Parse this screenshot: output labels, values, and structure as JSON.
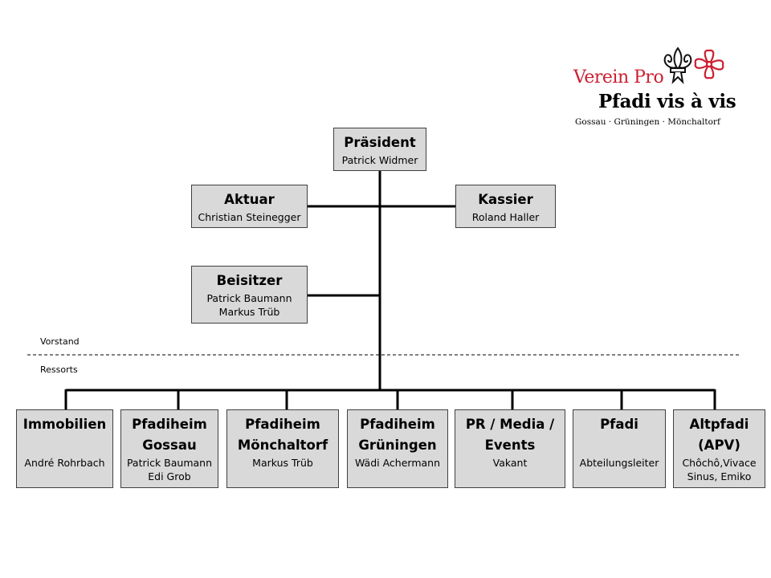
{
  "logo": {
    "line1": "Verein Pro",
    "line2": "Pfadi vis à vis",
    "line3": "Gossau · Grüningen · Mönchaltorf",
    "accent": "#cc1f32"
  },
  "sections": {
    "top": "Vorstand",
    "bottom": "Ressorts"
  },
  "vorstand": {
    "praesident": {
      "title": "Präsident",
      "names": [
        "Patrick Widmer"
      ]
    },
    "aktuar": {
      "title": "Aktuar",
      "names": [
        "Christian Steinegger"
      ]
    },
    "kassier": {
      "title": "Kassier",
      "names": [
        "Roland Haller"
      ]
    },
    "beisitzer": {
      "title": "Beisitzer",
      "names": [
        "Patrick Baumann",
        "Markus Trüb"
      ]
    }
  },
  "ressorts": [
    {
      "title_lines": [
        "Immobilien"
      ],
      "names": [
        "André Rohrbach"
      ]
    },
    {
      "title_lines": [
        "Pfadiheim",
        "Gossau"
      ],
      "names": [
        "Patrick Baumann",
        "Edi Grob"
      ]
    },
    {
      "title_lines": [
        "Pfadiheim",
        "Mönchaltorf"
      ],
      "names": [
        "Markus Trüb"
      ]
    },
    {
      "title_lines": [
        "Pfadiheim",
        "Grüningen"
      ],
      "names": [
        "Wädi Achermann"
      ]
    },
    {
      "title_lines": [
        "PR / Media /",
        "Events"
      ],
      "names": [
        "Vakant"
      ]
    },
    {
      "title_lines": [
        "Pfadi"
      ],
      "names": [
        "Abteilungsleiter"
      ]
    },
    {
      "title_lines": [
        "Altpfadi",
        "(APV)"
      ],
      "names": [
        "Chôchô,Vivace",
        "Sinus, Emiko"
      ]
    }
  ],
  "colors": {
    "box_fill": "#d9d9d9",
    "box_border": "#404040",
    "line": "#000000"
  }
}
